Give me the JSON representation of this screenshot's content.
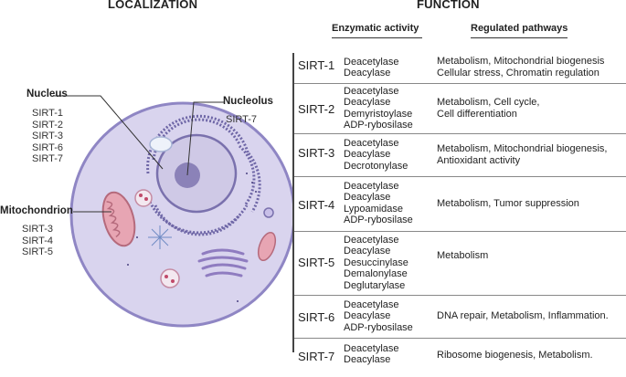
{
  "headers": {
    "localization": "LOCALIZATION",
    "function": "FUNCTION",
    "enzymatic": "Enzymatic activity",
    "pathways": "Regulated pathways"
  },
  "labels": {
    "nucleus": {
      "title": "Nucleus",
      "items": [
        "SIRT-1",
        "SIRT-2",
        "SIRT-3",
        "SIRT-6",
        "SIRT-7"
      ]
    },
    "nucleolus": {
      "title": "Nucleolus",
      "items": [
        "SIRT-7"
      ]
    },
    "mitochondrion": {
      "title": "Mitochondrion",
      "items": [
        "SIRT-3",
        "SIRT-4",
        "SIRT-5"
      ]
    }
  },
  "rows": [
    {
      "sirt": "SIRT-1",
      "enzymes": [
        "Deacetylase",
        "Deacylase"
      ],
      "pathways": [
        "Metabolism, Mitochondrial biogenesis",
        "Cellular stress, Chromatin regulation"
      ]
    },
    {
      "sirt": "SIRT-2",
      "enzymes": [
        "Deacetylase",
        "Deacylase",
        "Demyristoylase",
        "ADP-rybosilase"
      ],
      "pathways": [
        "Metabolism, Cell cycle,",
        "Cell differentiation"
      ]
    },
    {
      "sirt": "SIRT-3",
      "enzymes": [
        "Deacetylase",
        "Deacylase",
        "Decrotonylase"
      ],
      "pathways": [
        "Metabolism, Mitochondrial biogenesis,",
        "Antioxidant activity"
      ]
    },
    {
      "sirt": "SIRT-4",
      "enzymes": [
        "Deacetylase",
        "Deacylase",
        "Lypoamidase",
        "ADP-rybosilase"
      ],
      "pathways": [
        "Metabolism, Tumor suppression"
      ]
    },
    {
      "sirt": "SIRT-5",
      "enzymes": [
        "Deacetylase",
        "Deacylase",
        "Desuccinylase",
        "Demalonylase",
        "Deglutarylase"
      ],
      "pathways": [
        "Metabolism"
      ]
    },
    {
      "sirt": "SIRT-6",
      "enzymes": [
        "Deacetylase",
        "Deacylase",
        "ADP-rybosilase"
      ],
      "pathways": [
        "DNA repair, Metabolism, Inflammation."
      ]
    },
    {
      "sirt": "SIRT-7",
      "enzymes": [
        "Deacetylase",
        "Deacylase"
      ],
      "pathways": [
        "Ribosome biogenesis, Metabolism."
      ]
    }
  ],
  "colors": {
    "cytoplasm": "#d9d4ee",
    "cell_border": "#8f86c4",
    "nucleus": "#cfc9e6",
    "nucleolus": "#8b82b8",
    "mito": "#e7a5b3",
    "er": "#6e66a6",
    "golgi": "#8f7cc0"
  }
}
